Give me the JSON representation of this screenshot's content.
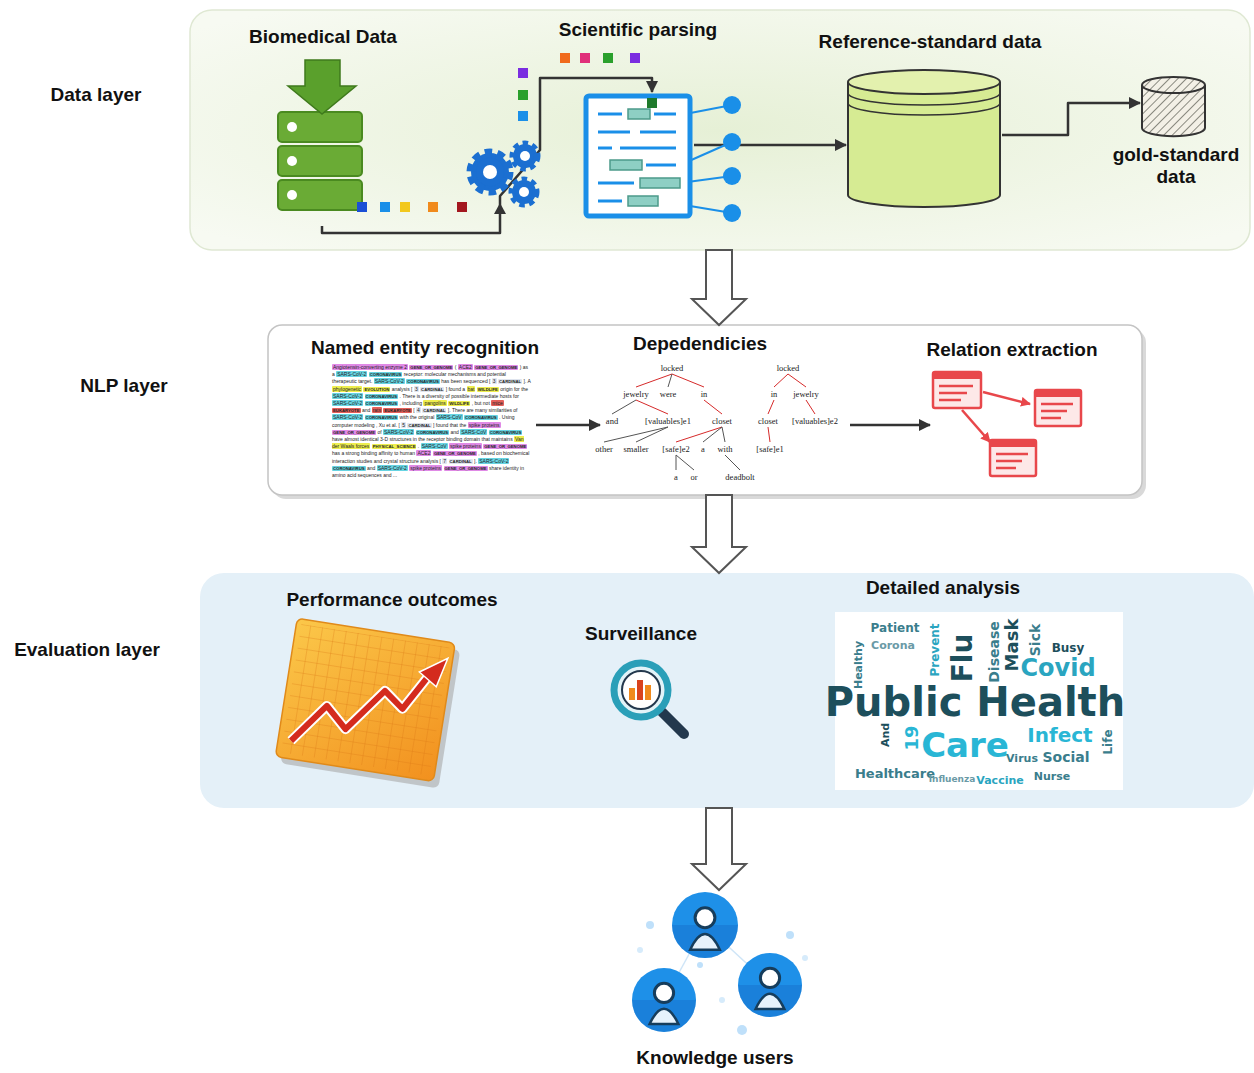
{
  "diagram": {
    "nodes": [
      {
        "text": [
          "Data layer"
        ]
      },
      {
        "text": [
          "Biomedical Data"
        ],
        "in": 0
      },
      {
        "text": [
          "Scientific parsing"
        ],
        "in": 0
      },
      {
        "text": [
          "Reference-standard data"
        ],
        "in": 0
      },
      {
        "text": [
          "gold-standard data"
        ],
        "in": 0
      },
      {
        "text": [
          "NLP layer"
        ]
      },
      {
        "text": [
          "Named entity recognition"
        ],
        "in": 5
      },
      {
        "text": [
          "Depedendicies"
        ],
        "in": 5
      },
      {
        "text": [
          "Relation extraction"
        ],
        "in": 5
      },
      {
        "text": [
          "Evaluation layer"
        ]
      },
      {
        "text": [
          "Performance outcomes"
        ],
        "in": 9
      },
      {
        "text": [
          "Surveillance"
        ],
        "in": 9
      },
      {
        "text": [
          "Detailed analysis"
        ],
        "in": 9
      },
      {
        "text": [
          "Knowledge users"
        ]
      }
    ],
    "edges": [
      {
        "from": 1,
        "to": 2,
        "arrow": "to"
      },
      {
        "from": 2,
        "to": 3,
        "arrow": "to"
      },
      {
        "from": 3,
        "to": 4,
        "arrow": "to"
      },
      {
        "from": 0,
        "to": 5,
        "arrow": "to"
      },
      {
        "from": 5,
        "to": 9,
        "arrow": "to"
      },
      {
        "from": 9,
        "to": 13,
        "arrow": "to"
      },
      {
        "from": 6,
        "to": 7,
        "arrow": "to"
      },
      {
        "from": 7,
        "to": 8,
        "arrow": "to"
      }
    ],
    "labels": [
      "Angiotensin-converting enzyme 2",
      "GENE_OR_GENOME",
      "(",
      "ACE2",
      "GENE_OR_GENOME",
      ") as a",
      "SARS-CoV-2",
      "CORONAVIRUS",
      "receptor: molecular mechanisms and potential therapeutic target.",
      "SARS-CoV-2",
      "CORONAVIRUS",
      "has been sequenced [",
      "3",
      "CARDINAL",
      "]. A",
      "phylogenetic",
      "EVOLUTION",
      "analysis [",
      "3",
      "CARDINAL",
      "] found a",
      "bat",
      "WILDLIFE",
      "origin for the",
      "SARS-CoV-2",
      "CORONAVIRUS",
      ". There is a diversity of possible intermediate hosts for",
      "SARS-CoV-2",
      "CORONAVIRUS",
      ", including",
      "pangolins",
      "WILDLIFE",
      ", but not",
      "mice",
      "EUKARYOTE",
      "and",
      "rats",
      "EUKARYOTE",
      "[",
      "4",
      "CARDINAL",
      "]. There are many similarities of",
      "SARS-CoV-2",
      "CORONAVIRUS",
      "with the original",
      "SARS-CoV",
      "CORONAVIRUS",
      ". Using computer modeling , Xu et al. [",
      "5",
      "CARDINAL",
      "] found that the",
      "spike proteins",
      "GENE_OR_GENOME",
      "of",
      "SARS-CoV-2",
      "CORONAVIRUS",
      "and",
      "SARS-CoV",
      "CORONAVIRUS",
      "have almost identical 3-D structures in the receptor binding domain that maintains",
      "Van der Waals forces",
      "PHYSICAL_SCIENCE",
      ".",
      "SARS-CoV",
      "spike proteins",
      "GENE_OR_GENOME",
      "has a strong binding affinity to human",
      "ACE2",
      "GENE_OR_GENOME",
      ", based on biochemical interaction studies and crystal structure analysis [",
      "7",
      "CARDINAL",
      "].",
      "SARS-CoV-2",
      "CORONAVIRUS",
      "and",
      "SARS-CoV-2",
      "spike proteins",
      "GENE_OR_GENOME",
      "share identity in amino acid sequences and ...",
      "locked",
      "jewelry",
      "were",
      "in",
      "and",
      "[valuables]e1",
      "closet",
      "other",
      "smaller",
      "[safe]e2",
      "a",
      "with",
      "a",
      "or",
      "deadbolt",
      "locked",
      "in",
      "jewelry",
      "closet",
      "[valuables]e2",
      "[safe]e1",
      "Patient",
      "Corona",
      "Healthy",
      "Prevent",
      "Flu",
      "Disease",
      "Mask",
      "Sick",
      "Busy",
      "Covid",
      "Public Health",
      "Life",
      "And",
      "19",
      "Care",
      "Infect",
      "Virus",
      "Social",
      "Healthcare",
      "Influenza",
      "Vaccine",
      "Nurse"
    ]
  }
}
